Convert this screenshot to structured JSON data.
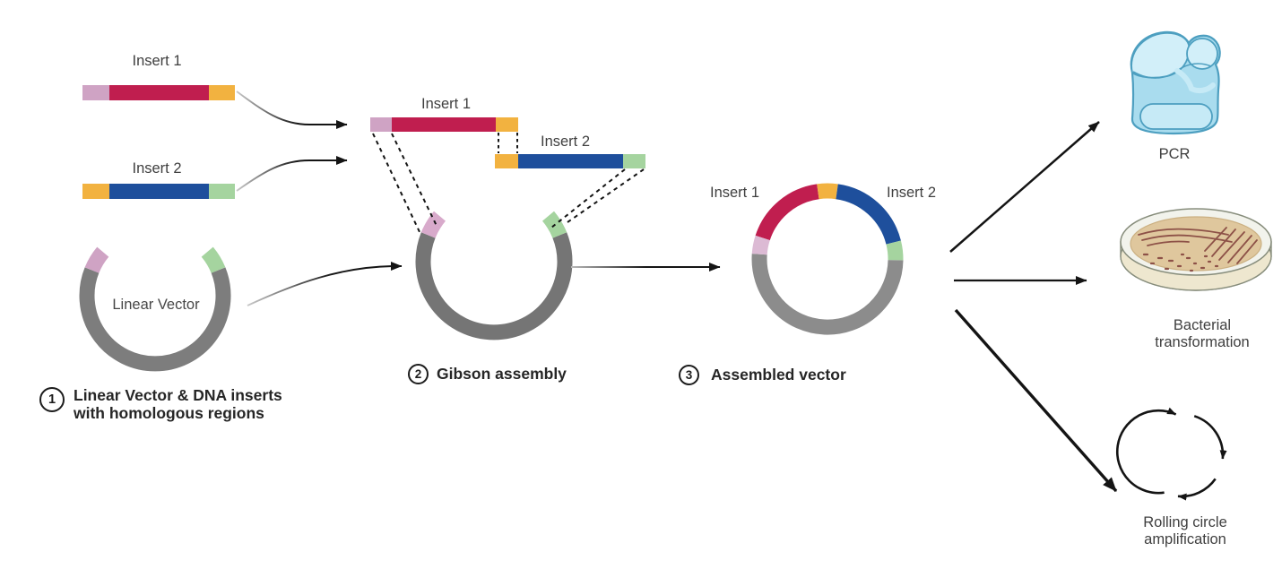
{
  "figure": {
    "stage1": {
      "insert1_label": "Insert 1",
      "insert2_label": "Insert 2",
      "linear_vector_label": "Linear Vector"
    },
    "stage2": {
      "insert1_label": "Insert 1",
      "insert2_label": "Insert 2"
    },
    "stage3": {
      "insert1_label": "Insert 1",
      "insert2_label": "Insert 2"
    },
    "steps": [
      {
        "number": "1",
        "line1": "Linear Vector & DNA inserts",
        "line2": "with homologous regions"
      },
      {
        "number": "2",
        "line1": "Gibson assembly",
        "line2": ""
      },
      {
        "number": "3",
        "line1": "Assembled vector",
        "line2": ""
      }
    ],
    "outputs": [
      {
        "label": "PCR",
        "icon": "pcr-machine-icon"
      },
      {
        "label": "Bacterial transformation",
        "icon": "petri-dish-icon"
      },
      {
        "label": "Rolling circle amplification",
        "icon": "rolling-circle-icon"
      }
    ],
    "colors": {
      "homology_pink": "#cfa3c4",
      "homology_pink_light": "#dcbad4",
      "insert1_red": "#c01e4f",
      "overlap_orange": "#f2b240",
      "insert2_blue": "#1e4f9c",
      "homology_green": "#a5d49f",
      "vector_gray": "#7d7d7d",
      "assembled_gray": "#8c8c8c",
      "arrow_black": "#141414",
      "pcr_body_blue": "#a9dcee",
      "pcr_light_blue": "#d2eff9",
      "pcr_outline_blue": "#4d9fc0",
      "agar_tan": "#dfc79d",
      "dish_rim": "#f2f3ec",
      "bacteria_brown": "#8d5147"
    }
  }
}
